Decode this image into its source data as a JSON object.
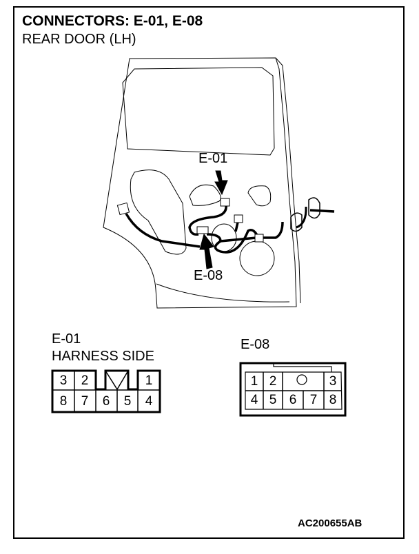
{
  "title": "CONNECTORS: E-01, E-08",
  "subtitle": "REAR DOOR (LH)",
  "callouts": {
    "e01": "E-01",
    "e08": "E-08"
  },
  "connector_e01": {
    "name": "E-01",
    "side": "HARNESS SIDE",
    "top_row": [
      "3",
      "2",
      "1"
    ],
    "bottom_row": [
      "8",
      "7",
      "6",
      "5",
      "4"
    ]
  },
  "connector_e08": {
    "name": "E-08",
    "top_row": [
      "1",
      "2",
      "3"
    ],
    "bottom_row": [
      "4",
      "5",
      "6",
      "7",
      "8"
    ]
  },
  "figure_code": "AC200655AB"
}
